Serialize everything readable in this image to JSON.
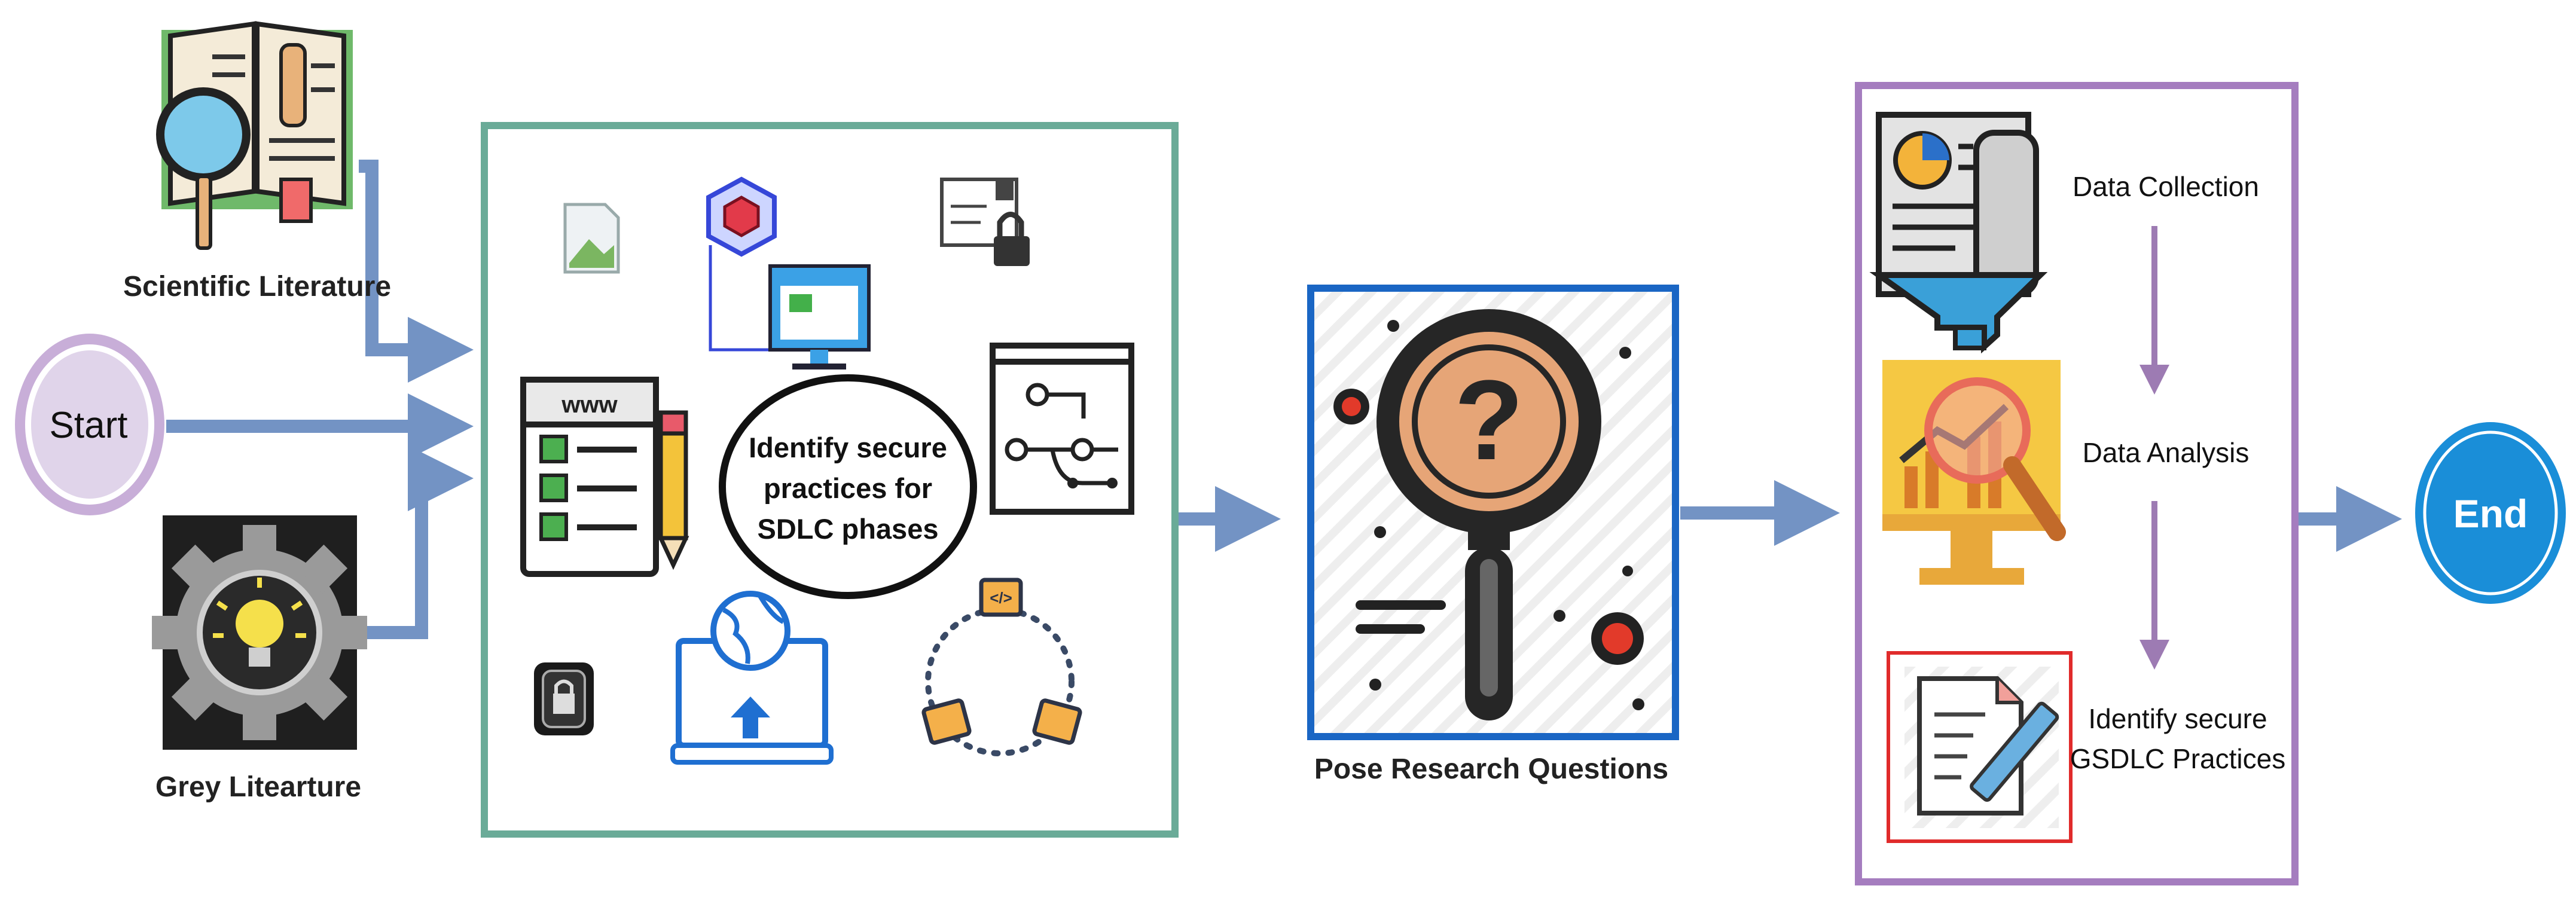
{
  "nodes": {
    "start": "Start",
    "end": "End",
    "scientific": "Scientific Literature",
    "grey": "Grey Litearture",
    "identify": [
      "Identify secure",
      "practices for",
      "SDLC phases"
    ],
    "pose": "Pose Research Questions",
    "collection": "Data Collection",
    "analysis": "Data Analysis",
    "practices": [
      "Identify secure",
      "GSDLC Practices"
    ]
  },
  "icons": {
    "scientific": "open-book-magnifier-icon",
    "grey": "gear-lightbulb-icon",
    "question": "magnifier-question-icon",
    "collection": "document-funnel-icon",
    "analysis": "monitor-chart-magnifier-icon",
    "practices": "document-pen-icon",
    "mosaic": [
      "broken-image-icon",
      "cube-network-monitor-icon",
      "envelope-lock-icon",
      "www-checklist-pencil-icon",
      "workflow-window-icon",
      "lock-button-icon",
      "laptop-globe-upload-icon",
      "code-cycle-icon"
    ]
  },
  "colors": {
    "arrow": "#7393c4",
    "start": "#c8aed8",
    "end": "#1a8ed8",
    "middle_border": "#6aab98",
    "question_border": "#1a66c4",
    "right_border": "#a57dbf",
    "down_arrow": "#9d7bb3",
    "practices_border": "#e02b2b"
  }
}
